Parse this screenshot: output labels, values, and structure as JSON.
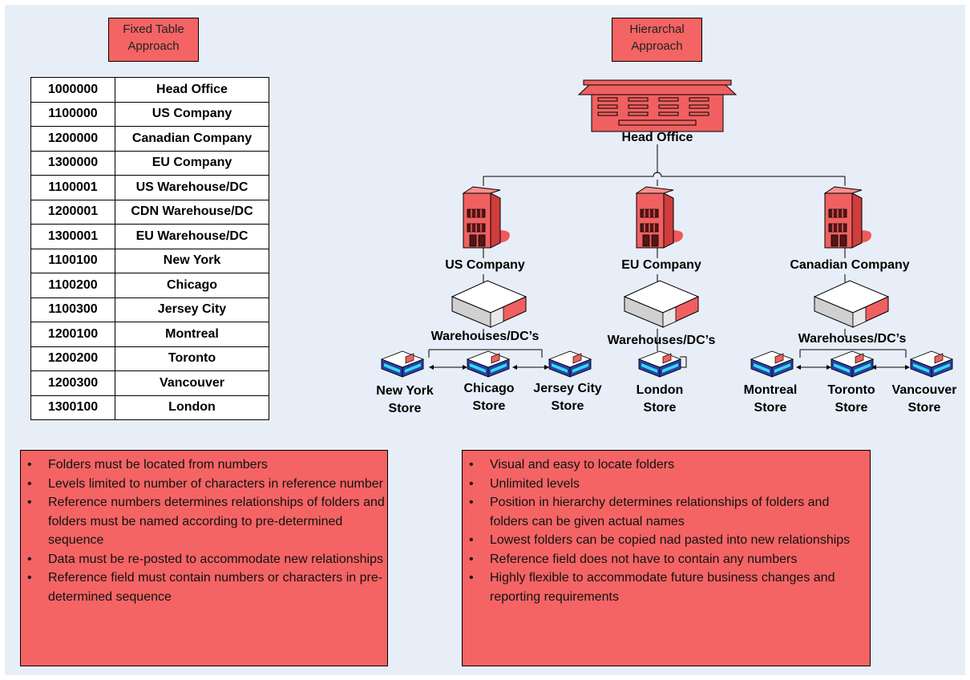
{
  "fixed_title": [
    "Fixed Table",
    "Approach"
  ],
  "hier_title": [
    "Hierarchal",
    "Approach"
  ],
  "table_rows": [
    [
      "1000000",
      "Head Office"
    ],
    [
      "1100000",
      "US Company"
    ],
    [
      "1200000",
      "Canadian Company"
    ],
    [
      "1300000",
      "EU Company"
    ],
    [
      "1100001",
      "US Warehouse/DC"
    ],
    [
      "1200001",
      "CDN Warehouse/DC"
    ],
    [
      "1300001",
      "EU Warehouse/DC"
    ],
    [
      "1100100",
      "New York"
    ],
    [
      "1100200",
      "Chicago"
    ],
    [
      "1100300",
      "Jersey City"
    ],
    [
      "1200100",
      "Montreal"
    ],
    [
      "1200200",
      "Toronto"
    ],
    [
      "1200300",
      "Vancouver"
    ],
    [
      "1300100",
      "London"
    ]
  ],
  "diagram": {
    "head_office": "Head Office",
    "us_company": "US Company",
    "eu_company": "EU Company",
    "canadian_company": "Canadian Company",
    "warehouses_us": "Warehouses/DC’s",
    "warehouses_eu": "Warehouses/DC’s",
    "warehouses_ca": "Warehouses/DC’s",
    "new_york": [
      "New York",
      "Store"
    ],
    "chicago": [
      "Chicago",
      "Store"
    ],
    "jersey_city": [
      "Jersey City",
      "Store"
    ],
    "london": [
      "London",
      "Store"
    ],
    "montreal": [
      "Montreal",
      "Store"
    ],
    "toronto": [
      "Toronto",
      "Store"
    ],
    "vancouver": [
      "Vancouver",
      "Store"
    ]
  },
  "left_bullets": [
    "Folders must be located from numbers",
    "Levels limited to number of characters in reference number",
    "Reference numbers determines relationships of folders and folders must be named according to pre-determined sequence",
    "Data must be re-posted to accommodate new relationships",
    "Reference field must contain numbers or characters in pre-determined sequence"
  ],
  "right_bullets": [
    "Visual and easy to locate folders",
    "Unlimited levels",
    "Position in hierarchy determines relationships of folders and folders can be given actual names",
    "Lowest folders can be copied nad pasted into new relationships",
    "Reference field does not have to contain any numbers",
    "Highly flexible to accommodate future business changes and reporting requirements"
  ],
  "colors": {
    "background": "#e8eef7",
    "accent_red": "#f56464",
    "building_red": "#ee5a5a",
    "store_blue": "#2a3fa8",
    "store_cyan": "#33ddee"
  }
}
